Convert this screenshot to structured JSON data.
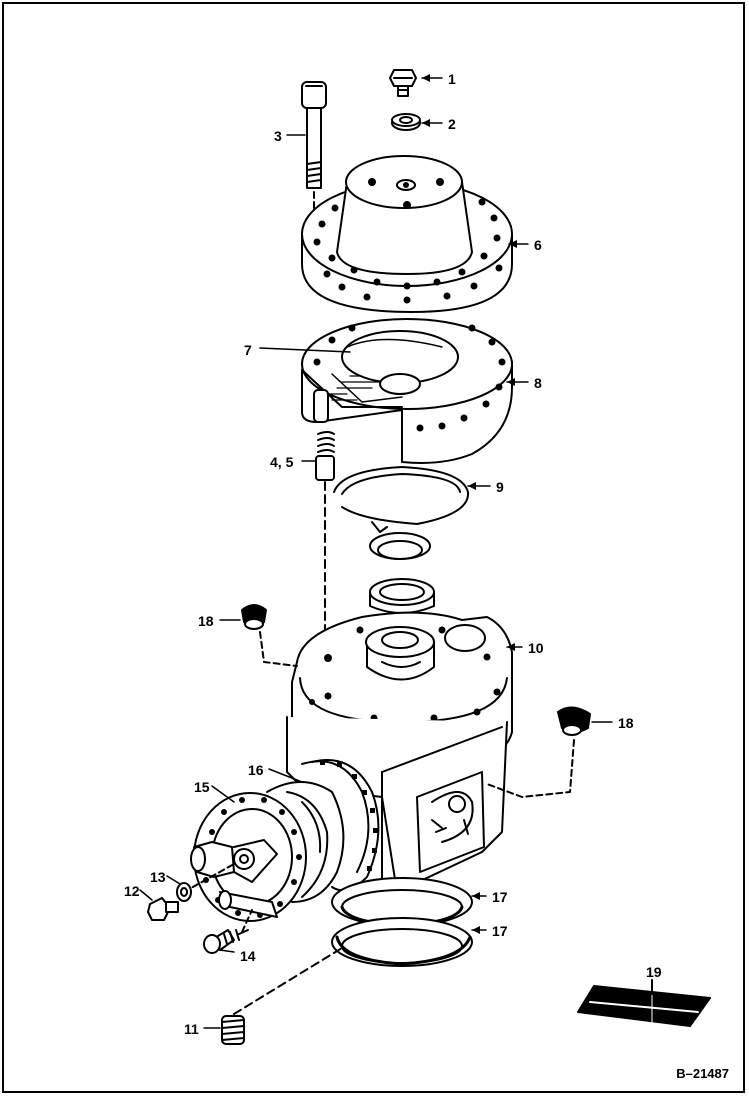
{
  "figure_id": "B–21487",
  "callouts": [
    {
      "id": "c1",
      "text": "1"
    },
    {
      "id": "c2",
      "text": "2"
    },
    {
      "id": "c3",
      "text": "3"
    },
    {
      "id": "c6",
      "text": "6"
    },
    {
      "id": "c7",
      "text": "7"
    },
    {
      "id": "c8",
      "text": "8"
    },
    {
      "id": "c45",
      "text": "4, 5"
    },
    {
      "id": "c9",
      "text": "9"
    },
    {
      "id": "c18a",
      "text": "18"
    },
    {
      "id": "c10",
      "text": "10"
    },
    {
      "id": "c18b",
      "text": "18"
    },
    {
      "id": "c16",
      "text": "16"
    },
    {
      "id": "c15",
      "text": "15"
    },
    {
      "id": "c13",
      "text": "13"
    },
    {
      "id": "c12",
      "text": "12"
    },
    {
      "id": "c14",
      "text": "14"
    },
    {
      "id": "c17a",
      "text": "17"
    },
    {
      "id": "c17b",
      "text": "17"
    },
    {
      "id": "c11",
      "text": "11"
    },
    {
      "id": "c19",
      "text": "19"
    }
  ]
}
